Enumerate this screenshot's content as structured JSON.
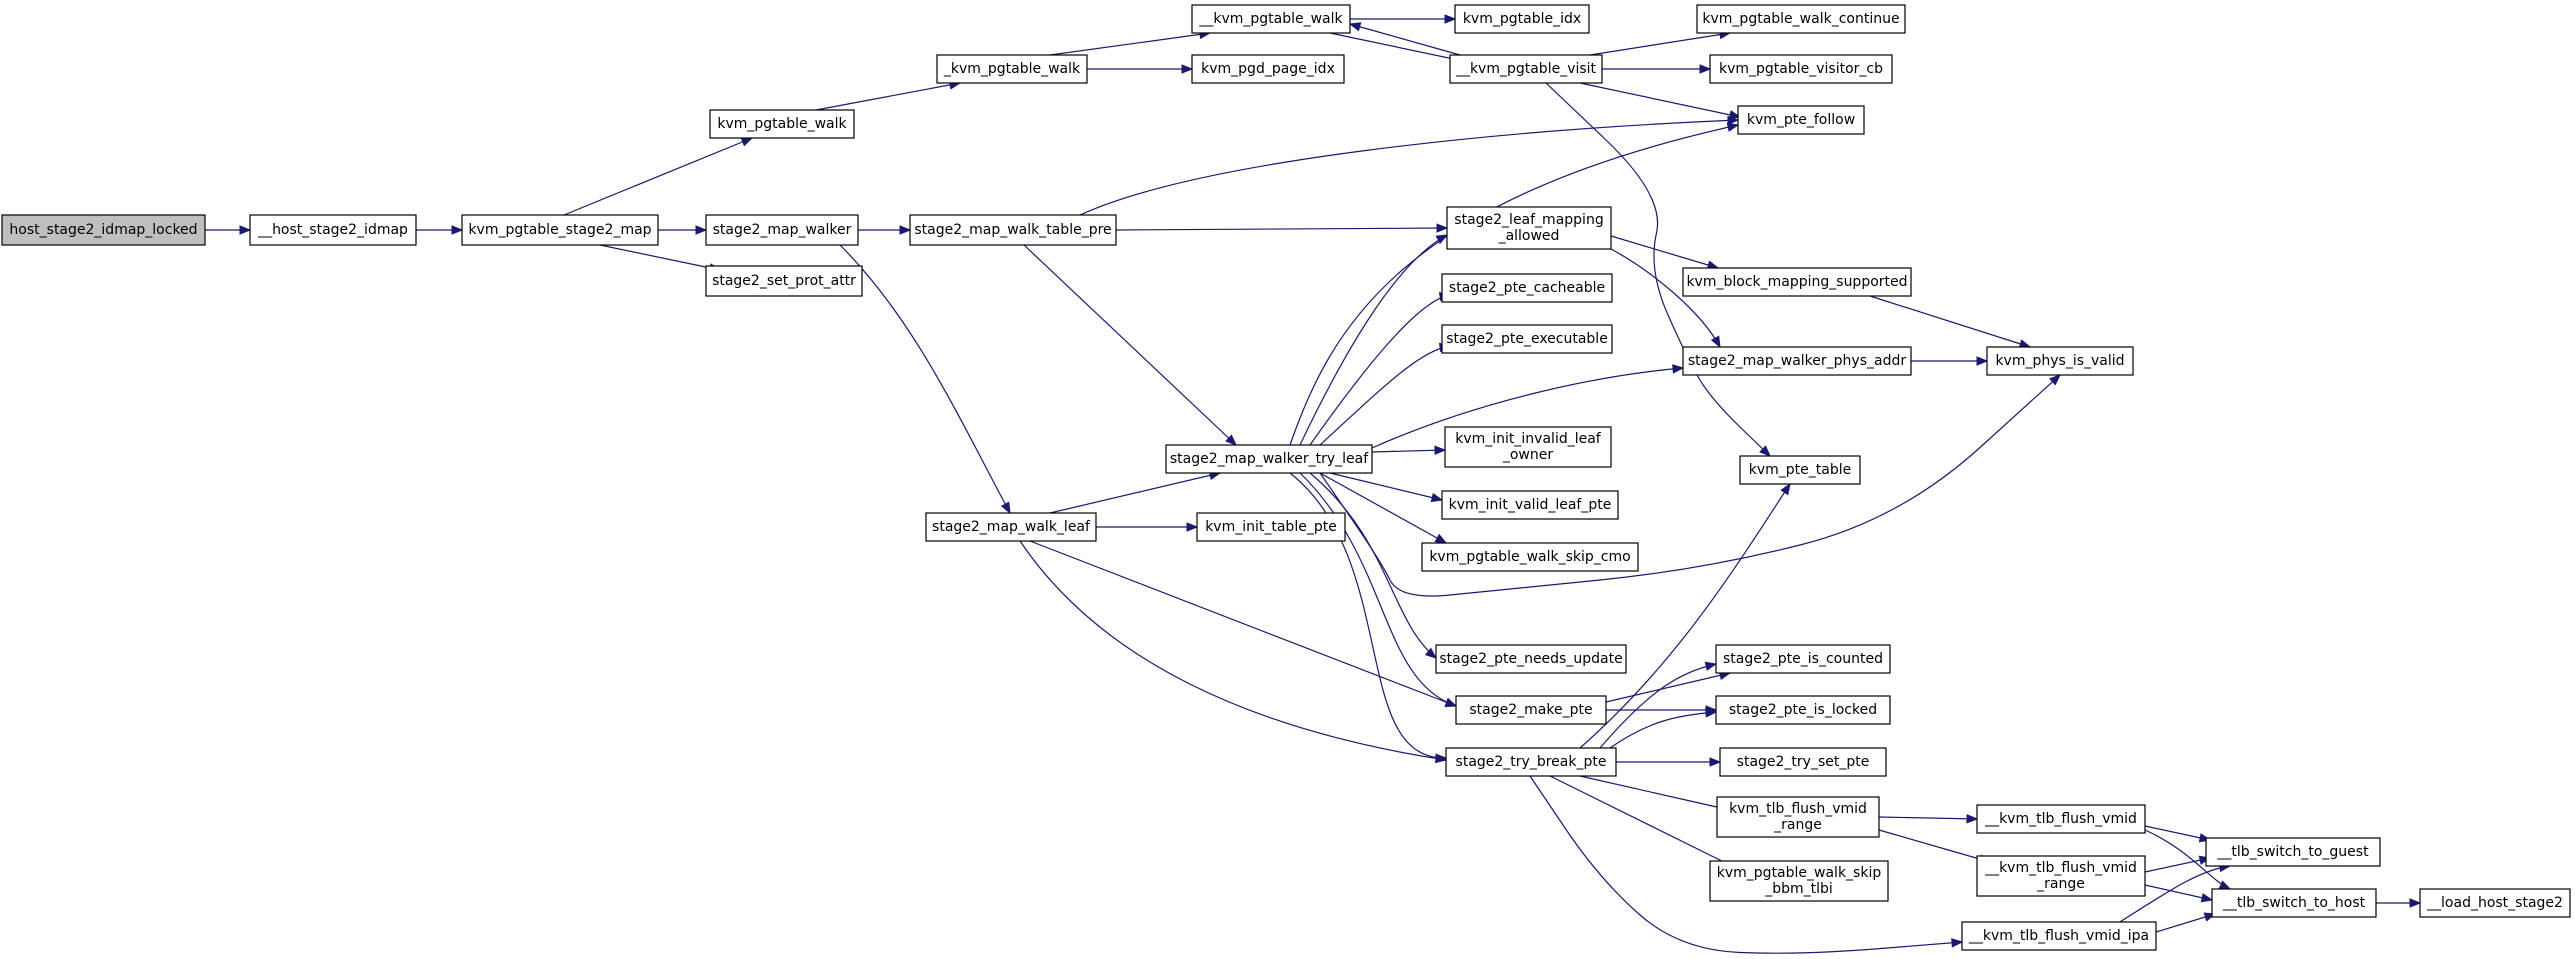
{
  "colors": {
    "edge": "#191970",
    "root_fill": "#bfbfbf",
    "node_fill": "#ffffff",
    "node_stroke": "#000000"
  },
  "nodes": [
    {
      "id": "host_stage2_idmap_locked",
      "lines": [
        "host_stage2_idmap_locked"
      ],
      "root": true
    },
    {
      "id": "__host_stage2_idmap",
      "lines": [
        "__host_stage2_idmap"
      ]
    },
    {
      "id": "kvm_pgtable_stage2_map",
      "lines": [
        "kvm_pgtable_stage2_map"
      ]
    },
    {
      "id": "kvm_pgtable_walk",
      "lines": [
        "kvm_pgtable_walk"
      ]
    },
    {
      "id": "stage2_map_walker",
      "lines": [
        "stage2_map_walker"
      ]
    },
    {
      "id": "stage2_set_prot_attr",
      "lines": [
        "stage2_set_prot_attr"
      ]
    },
    {
      "id": "_kvm_pgtable_walk",
      "lines": [
        "_kvm_pgtable_walk"
      ]
    },
    {
      "id": "__kvm_pgtable_walk",
      "lines": [
        "__kvm_pgtable_walk"
      ]
    },
    {
      "id": "kvm_pgd_page_idx",
      "lines": [
        "kvm_pgd_page_idx"
      ]
    },
    {
      "id": "kvm_pgtable_idx",
      "lines": [
        "kvm_pgtable_idx"
      ]
    },
    {
      "id": "__kvm_pgtable_visit",
      "lines": [
        "__kvm_pgtable_visit"
      ]
    },
    {
      "id": "kvm_pgtable_walk_continue",
      "lines": [
        "kvm_pgtable_walk_continue"
      ]
    },
    {
      "id": "kvm_pgtable_visitor_cb",
      "lines": [
        "kvm_pgtable_visitor_cb"
      ]
    },
    {
      "id": "kvm_pte_follow",
      "lines": [
        "kvm_pte_follow"
      ]
    },
    {
      "id": "kvm_pte_table",
      "lines": [
        "kvm_pte_table"
      ]
    },
    {
      "id": "stage2_map_walk_table_pre",
      "lines": [
        "stage2_map_walk_table_pre"
      ]
    },
    {
      "id": "stage2_leaf_mapping_allowed",
      "lines": [
        "stage2_leaf_mapping",
        "_allowed"
      ]
    },
    {
      "id": "kvm_block_mapping_supported",
      "lines": [
        "kvm_block_mapping_supported"
      ]
    },
    {
      "id": "stage2_pte_cacheable",
      "lines": [
        "stage2_pte_cacheable"
      ]
    },
    {
      "id": "stage2_pte_executable",
      "lines": [
        "stage2_pte_executable"
      ]
    },
    {
      "id": "stage2_map_walker_phys_addr",
      "lines": [
        "stage2_map_walker_phys_addr"
      ]
    },
    {
      "id": "kvm_phys_is_valid",
      "lines": [
        "kvm_phys_is_valid"
      ]
    },
    {
      "id": "stage2_map_walker_try_leaf",
      "lines": [
        "stage2_map_walker_try_leaf"
      ]
    },
    {
      "id": "kvm_init_invalid_leaf_owner",
      "lines": [
        "kvm_init_invalid_leaf",
        "_owner"
      ]
    },
    {
      "id": "kvm_init_valid_leaf_pte",
      "lines": [
        "kvm_init_valid_leaf_pte"
      ]
    },
    {
      "id": "kvm_pgtable_walk_skip_cmo",
      "lines": [
        "kvm_pgtable_walk_skip_cmo"
      ]
    },
    {
      "id": "stage2_map_walk_leaf",
      "lines": [
        "stage2_map_walk_leaf"
      ]
    },
    {
      "id": "kvm_init_table_pte",
      "lines": [
        "kvm_init_table_pte"
      ]
    },
    {
      "id": "stage2_pte_needs_update",
      "lines": [
        "stage2_pte_needs_update"
      ]
    },
    {
      "id": "stage2_pte_is_counted",
      "lines": [
        "stage2_pte_is_counted"
      ]
    },
    {
      "id": "stage2_make_pte",
      "lines": [
        "stage2_make_pte"
      ]
    },
    {
      "id": "stage2_pte_is_locked",
      "lines": [
        "stage2_pte_is_locked"
      ]
    },
    {
      "id": "stage2_try_break_pte",
      "lines": [
        "stage2_try_break_pte"
      ]
    },
    {
      "id": "stage2_try_set_pte",
      "lines": [
        "stage2_try_set_pte"
      ]
    },
    {
      "id": "kvm_tlb_flush_vmid_range",
      "lines": [
        "kvm_tlb_flush_vmid",
        "_range"
      ]
    },
    {
      "id": "kvm_pgtable_walk_skip_bbm_tlbi",
      "lines": [
        "kvm_pgtable_walk_skip",
        "_bbm_tlbi"
      ]
    },
    {
      "id": "__kvm_tlb_flush_vmid",
      "lines": [
        "__kvm_tlb_flush_vmid"
      ]
    },
    {
      "id": "__kvm_tlb_flush_vmid_range",
      "lines": [
        "__kvm_tlb_flush_vmid",
        "_range"
      ]
    },
    {
      "id": "__tlb_switch_to_guest",
      "lines": [
        "__tlb_switch_to_guest"
      ]
    },
    {
      "id": "__tlb_switch_to_host",
      "lines": [
        "__tlb_switch_to_host"
      ]
    },
    {
      "id": "__load_host_stage2",
      "lines": [
        "__load_host_stage2"
      ]
    },
    {
      "id": "__kvm_tlb_flush_vmid_ipa",
      "lines": [
        "__kvm_tlb_flush_vmid_ipa"
      ]
    }
  ],
  "edges": [
    [
      "host_stage2_idmap_locked",
      "__host_stage2_idmap"
    ],
    [
      "__host_stage2_idmap",
      "kvm_pgtable_stage2_map"
    ],
    [
      "kvm_pgtable_stage2_map",
      "kvm_pgtable_walk"
    ],
    [
      "kvm_pgtable_stage2_map",
      "stage2_map_walker"
    ],
    [
      "kvm_pgtable_stage2_map",
      "stage2_set_prot_attr"
    ],
    [
      "kvm_pgtable_walk",
      "_kvm_pgtable_walk"
    ],
    [
      "_kvm_pgtable_walk",
      "__kvm_pgtable_walk"
    ],
    [
      "_kvm_pgtable_walk",
      "kvm_pgd_page_idx"
    ],
    [
      "__kvm_pgtable_walk",
      "kvm_pgtable_idx"
    ],
    [
      "__kvm_pgtable_walk",
      "__kvm_pgtable_visit"
    ],
    [
      "__kvm_pgtable_visit",
      "__kvm_pgtable_walk"
    ],
    [
      "__kvm_pgtable_visit",
      "kvm_pgtable_walk_continue"
    ],
    [
      "__kvm_pgtable_visit",
      "kvm_pgtable_visitor_cb"
    ],
    [
      "__kvm_pgtable_visit",
      "kvm_pte_follow"
    ],
    [
      "__kvm_pgtable_visit",
      "kvm_pte_table"
    ],
    [
      "stage2_map_walker",
      "stage2_map_walk_table_pre"
    ],
    [
      "stage2_map_walker",
      "stage2_map_walk_leaf"
    ],
    [
      "stage2_map_walk_table_pre",
      "kvm_pte_follow"
    ],
    [
      "stage2_map_walk_table_pre",
      "stage2_leaf_mapping_allowed"
    ],
    [
      "stage2_map_walk_table_pre",
      "stage2_map_walker_try_leaf"
    ],
    [
      "stage2_leaf_mapping_allowed",
      "kvm_block_mapping_supported"
    ],
    [
      "stage2_leaf_mapping_allowed",
      "stage2_map_walker_phys_addr"
    ],
    [
      "kvm_block_mapping_supported",
      "kvm_phys_is_valid"
    ],
    [
      "stage2_map_walker_phys_addr",
      "kvm_phys_is_valid"
    ],
    [
      "stage2_map_walker_try_leaf",
      "kvm_pte_follow"
    ],
    [
      "stage2_map_walker_try_leaf",
      "stage2_leaf_mapping_allowed"
    ],
    [
      "stage2_map_walker_try_leaf",
      "stage2_pte_cacheable"
    ],
    [
      "stage2_map_walker_try_leaf",
      "stage2_pte_executable"
    ],
    [
      "stage2_map_walker_try_leaf",
      "stage2_map_walker_phys_addr"
    ],
    [
      "stage2_map_walker_try_leaf",
      "kvm_init_invalid_leaf_owner"
    ],
    [
      "stage2_map_walker_try_leaf",
      "kvm_init_valid_leaf_pte"
    ],
    [
      "stage2_map_walker_try_leaf",
      "kvm_pgtable_walk_skip_cmo"
    ],
    [
      "stage2_map_walker_try_leaf",
      "kvm_phys_is_valid"
    ],
    [
      "stage2_map_walker_try_leaf",
      "stage2_pte_needs_update"
    ],
    [
      "stage2_map_walker_try_leaf",
      "stage2_make_pte"
    ],
    [
      "stage2_map_walker_try_leaf",
      "stage2_try_break_pte"
    ],
    [
      "stage2_map_walk_leaf",
      "stage2_map_walker_try_leaf"
    ],
    [
      "stage2_map_walk_leaf",
      "kvm_init_table_pte"
    ],
    [
      "stage2_map_walk_leaf",
      "stage2_make_pte"
    ],
    [
      "stage2_map_walk_leaf",
      "stage2_try_break_pte"
    ],
    [
      "stage2_make_pte",
      "stage2_pte_is_counted"
    ],
    [
      "stage2_make_pte",
      "stage2_pte_is_locked"
    ],
    [
      "stage2_try_break_pte",
      "kvm_pte_table"
    ],
    [
      "stage2_try_break_pte",
      "stage2_pte_is_counted"
    ],
    [
      "stage2_try_break_pte",
      "stage2_pte_is_locked"
    ],
    [
      "stage2_try_break_pte",
      "stage2_try_set_pte"
    ],
    [
      "stage2_try_break_pte",
      "kvm_tlb_flush_vmid_range"
    ],
    [
      "stage2_try_break_pte",
      "kvm_pgtable_walk_skip_bbm_tlbi"
    ],
    [
      "stage2_try_break_pte",
      "__kvm_tlb_flush_vmid_ipa"
    ],
    [
      "kvm_tlb_flush_vmid_range",
      "__kvm_tlb_flush_vmid"
    ],
    [
      "kvm_tlb_flush_vmid_range",
      "__kvm_tlb_flush_vmid_range"
    ],
    [
      "__kvm_tlb_flush_vmid",
      "__tlb_switch_to_guest"
    ],
    [
      "__kvm_tlb_flush_vmid",
      "__tlb_switch_to_host"
    ],
    [
      "__kvm_tlb_flush_vmid_range",
      "__tlb_switch_to_guest"
    ],
    [
      "__kvm_tlb_flush_vmid_range",
      "__tlb_switch_to_host"
    ],
    [
      "__kvm_tlb_flush_vmid_ipa",
      "__tlb_switch_to_guest"
    ],
    [
      "__kvm_tlb_flush_vmid_ipa",
      "__tlb_switch_to_host"
    ],
    [
      "__tlb_switch_to_host",
      "__load_host_stage2"
    ]
  ]
}
